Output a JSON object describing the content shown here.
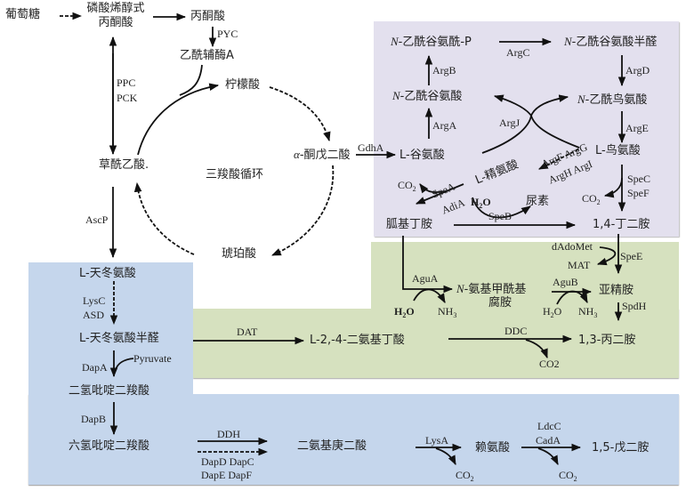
{
  "diagram": {
    "title": "",
    "regions": {
      "arginine_pathway": {
        "color": "#e3e0ee"
      },
      "putrescine_pathway": {
        "color": "#d6e1bf"
      },
      "lysine_pathway": {
        "color": "#c5d6ec"
      }
    },
    "compounds": {
      "glucose": "葡萄糖",
      "pep_line1": "磷酸烯醇式",
      "pep_line2": "丙酮酸",
      "pyruvate": "丙酮酸",
      "acetyl_coa": "乙酰辅酶A",
      "citrate": "柠檬酸",
      "oxaloacetate": "草酰乙酸.",
      "tca_cycle": "三羧酸循环",
      "alpha_kg_prefix": "α",
      "alpha_kg": "-酮戊二酸",
      "succinate": "琥珀酸",
      "n_acetylglutamyl_p_prefix": "N",
      "n_acetylglutamyl_p": "-乙酰谷氨酰-P",
      "n_acetylglutamate_semialdehyde_prefix": "N",
      "n_acetylglutamate_semialdehyde": "-乙酰谷氨酸半醛",
      "n_acetylglutamate_prefix": "N",
      "n_acetylglutamate": "-乙酰谷氨酸",
      "n_acetylornithine_prefix": "N",
      "n_acetylornithine": "-乙酰鸟氨酸",
      "l_glutamate": "L-谷氨酸",
      "l_ornithine": "L-鸟氨酸",
      "l_arginine": "L-精氨酸",
      "agmatine": "胍基丁胺",
      "urea": "尿素",
      "putrescine": "1,4-丁二胺",
      "n_carbamoylputrescine_prefix": "N",
      "n_carbamoylputrescine_line1": "-氨基甲酰基",
      "n_carbamoylputrescine_line2": "腐胺",
      "spermidine": "亚精胺",
      "l_aspartate": "L-天冬氨酸",
      "l_aspartate_semialdehyde": "L-天冬氨酸半醛",
      "l_dab": "L-2,-4-二氨基丁酸",
      "dap_13": "1,3-丙二胺",
      "dihydrodipicolinate": "二氢吡啶二羧酸",
      "tetrahydrodipicolinate": "六氢吡啶二羧酸",
      "diaminopimelate": "二氨基庚二酸",
      "lysine": "赖氨酸",
      "cadaverine": "1,5-戊二胺",
      "pyruvate_en": "Pyruvate",
      "dadomet": "dAdoMet",
      "mat": "MAT"
    },
    "small_molecules": {
      "co2_base": "CO",
      "co2_sub": "2",
      "h2o_h": "H",
      "h2o_sub": "2",
      "h2o_o": "O",
      "nh3_base": "NH",
      "nh3_sub": "3",
      "co2_plain": "CO2"
    },
    "enzymes": {
      "pyc": "PYC",
      "ppc": "PPC",
      "pck": "PCK",
      "ascp": "AscP",
      "gdha": "GdhA",
      "argb": "ArgB",
      "argc": "ArgC",
      "argd": "ArgD",
      "arga": "ArgA",
      "argj": "ArgJ",
      "arge": "ArgE",
      "argf_argg": "ArgF ArgG",
      "argh_argi": "ArgH ArgI",
      "spea": "SpeA",
      "adia": "AdiA",
      "speb": "SpeB",
      "spec": "SpeC",
      "spef": "SpeF",
      "spee": "SpeE",
      "spdh": "SpdH",
      "agua": "AguA",
      "agub": "AguB",
      "lysc": "LysC",
      "asd": "ASD",
      "dat": "DAT",
      "ddc": "DDC",
      "dapa": "DapA",
      "dapb": "DapB",
      "ddh": "DDH",
      "dapd_dapc": "DapD DapC",
      "dape_dapf": "DapE DapF",
      "lysa": "LysA",
      "ldcc": "LdcC",
      "cada": "CadA"
    }
  }
}
